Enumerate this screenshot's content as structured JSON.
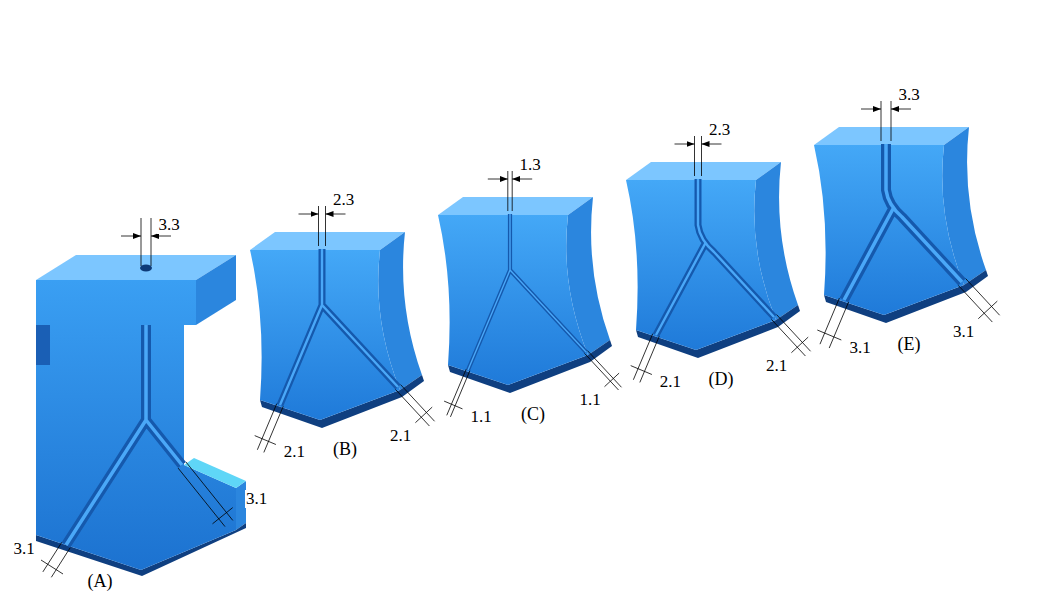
{
  "diagram": {
    "labels": [
      "3.3",
      "3.1",
      "3.1",
      "(A)",
      "2.3",
      "2.1",
      "2.1",
      "(B)",
      "1.3",
      "1.1",
      "1.1",
      "(C)",
      "2.3",
      "2.1",
      "2.1",
      "(D)",
      "3.3",
      "3.1",
      "3.1",
      "(E)"
    ]
  }
}
